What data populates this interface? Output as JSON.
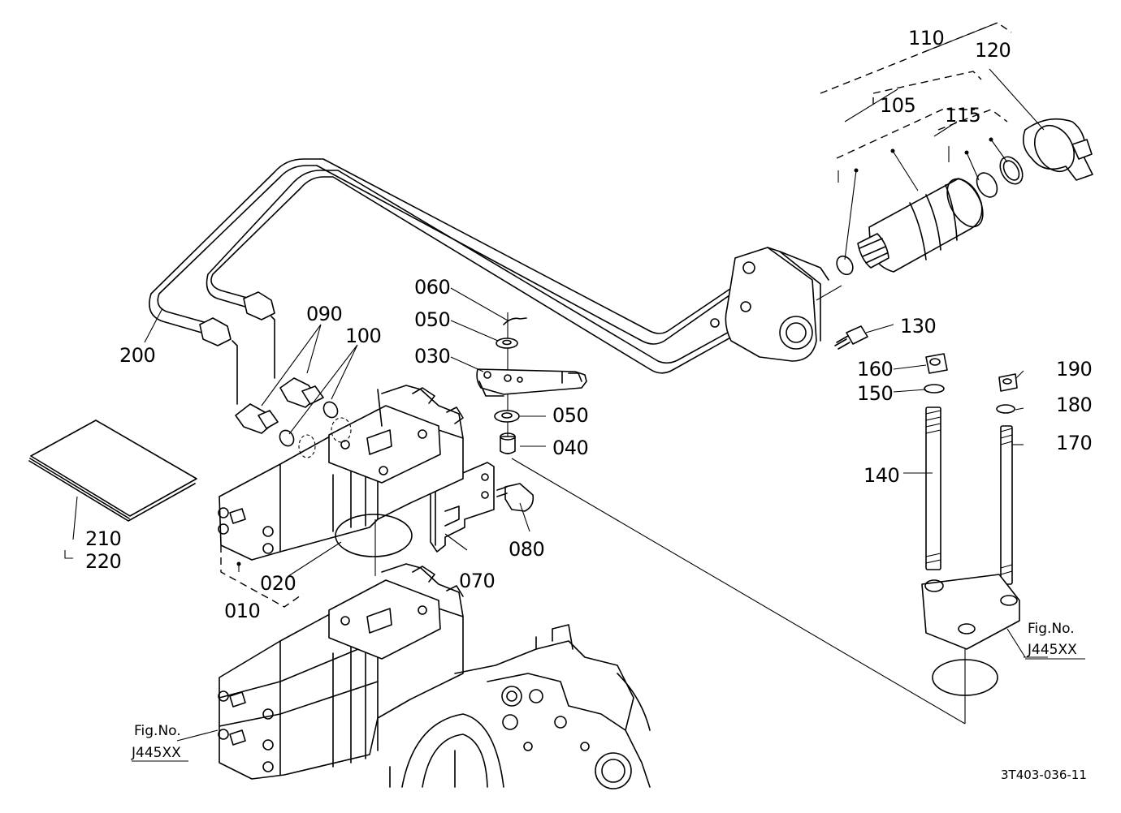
{
  "part_labels": {
    "p010": "010",
    "p020": "020",
    "p030": "030",
    "p040": "040",
    "p050a": "050",
    "p050b": "050",
    "p060": "060",
    "p070": "070",
    "p080": "080",
    "p090": "090",
    "p100": "100",
    "p105": "105",
    "p110": "110",
    "p115": "115",
    "p120": "120",
    "p130": "130",
    "p140": "140",
    "p150": "150",
    "p160": "160",
    "p170": "170",
    "p180": "180",
    "p190": "190",
    "p200": "200",
    "p210": "210",
    "p220": "220"
  },
  "figure_refs": [
    {
      "line1": "Fig.No.",
      "line2": "J445XX"
    },
    {
      "line1": "Fig.No.",
      "line2": "J445XX"
    }
  ],
  "drawing_code": "3T403-036-11"
}
